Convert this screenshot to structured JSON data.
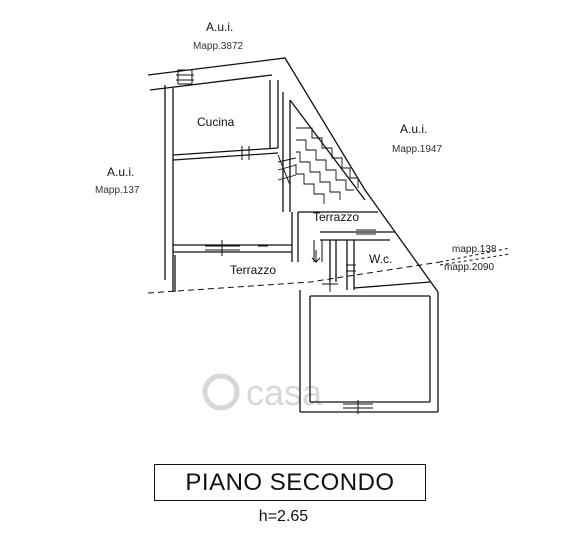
{
  "neighbors": {
    "top": {
      "name": "A.u.i.",
      "mapp": "Mapp.3872"
    },
    "left": {
      "name": "A.u.i.",
      "mapp": "Mapp.137"
    },
    "right": {
      "name": "A.u.i.",
      "mapp": "Mapp.1947"
    }
  },
  "rooms": {
    "cucina": "Cucina",
    "terrazzo_upper": "Terrazzo",
    "terrazzo_lower": "Terrazzo",
    "wc": "W.c."
  },
  "boundary": {
    "line1": "mapp.138",
    "line2": "mapp.2090"
  },
  "watermark": "casa",
  "title": "PIANO SECONDO",
  "height": "h=2.65",
  "colors": {
    "walls": "#111111",
    "watermark": "#d8d8d8",
    "background": "#ffffff"
  }
}
